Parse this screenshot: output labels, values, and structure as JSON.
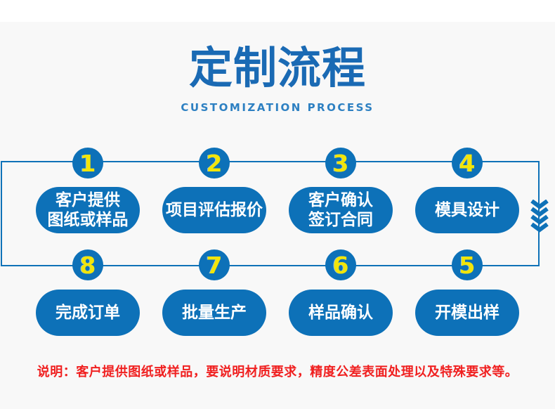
{
  "title": {
    "main": "定制流程",
    "subtitle": "CUSTOMIZATION PROCESS"
  },
  "steps": [
    {
      "number": "1",
      "label": "客户提供\n图纸或样品"
    },
    {
      "number": "2",
      "label": "项目评估报价"
    },
    {
      "number": "3",
      "label": "客户确认\n签订合同"
    },
    {
      "number": "4",
      "label": "模具设计"
    },
    {
      "number": "5",
      "label": "开模出样"
    },
    {
      "number": "6",
      "label": "样品确认"
    },
    {
      "number": "7",
      "label": "批量生产"
    },
    {
      "number": "8",
      "label": "完成订单"
    }
  ],
  "flow": {
    "row1_order": [
      "1",
      "2",
      "3",
      "4"
    ],
    "row2_order": [
      "8",
      "7",
      "6",
      "5"
    ],
    "direction_icon": "chevron-down"
  },
  "note": "说明：客户提供图纸或样品，要说明材质要求，精度公差表面处理以及特殊要求等。",
  "colors": {
    "primary_blue": "#0d71b8",
    "line_blue": "#0f72b8",
    "title_blue": "#1a6ab4",
    "subtitle_blue": "#2d80c2",
    "number_yellow": "#f2e50a",
    "note_red": "#f02020",
    "panel_background": "#f8f8f8"
  }
}
